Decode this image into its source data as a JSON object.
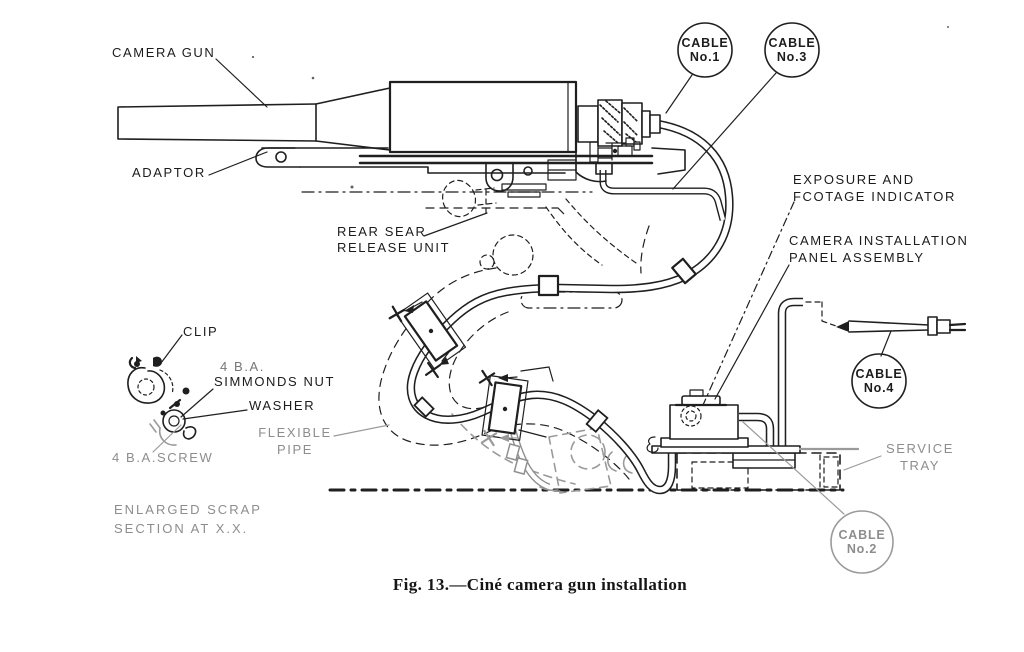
{
  "colors": {
    "ink": "#1f1f1f",
    "faded_gray": "#8d8d8d",
    "paper": "#ffffff"
  },
  "figure": {
    "caption": "Fig. 13.—Ciné camera gun installation"
  },
  "labels": {
    "camera_gun": "CAMERA GUN",
    "adaptor": "ADAPTOR",
    "rear_sear_1": "REAR SEAR",
    "rear_sear_2": "RELEASE UNIT",
    "exposure_1": "EXPOSURE AND",
    "exposure_2": "FCOTAGE INDICATOR",
    "panel_1": "CAMERA INSTALLATION",
    "panel_2": "PANEL ASSEMBLY",
    "service_1": "SERVICE",
    "service_2": "TRAY",
    "clip": "CLIP",
    "ba_size": "4 B.A.",
    "simmonds_nut": "SIMMONDS NUT",
    "washer": "WASHER",
    "ba_screw": "4 B.A.SCREW",
    "enlarged_1": "ENLARGED SCRAP",
    "enlarged_2": "SECTION AT X.X.",
    "flexible_1": "FLEXIBLE",
    "flexible_2": "PIPE"
  },
  "callouts": {
    "cable1_1": "CABLE",
    "cable1_2": "No.1",
    "cable3_1": "CABLE",
    "cable3_2": "No.3",
    "cable4_1": "CABLE",
    "cable4_2": "No.4",
    "cable2_1": "CABLE",
    "cable2_2": "No.2"
  }
}
